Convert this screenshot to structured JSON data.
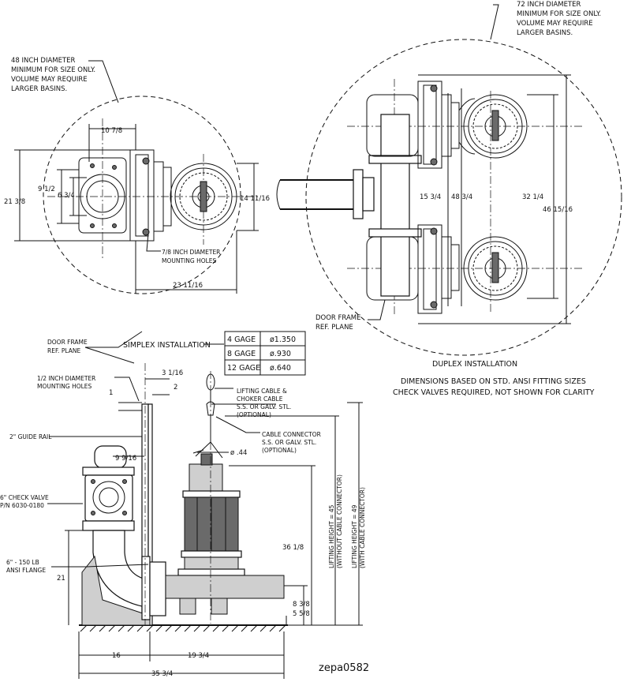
{
  "notes": {
    "simplex_basin": [
      "48 INCH DIAMETER",
      "MINIMUM FOR SIZE ONLY.",
      "VOLUME MAY REQUIRE",
      "LARGER BASINS."
    ],
    "duplex_basin": [
      "72 INCH DIAMETER",
      "MINIMUM FOR SIZE ONLY.",
      "VOLUME MAY REQUIRE",
      "LARGER BASINS."
    ],
    "mounting_holes_plan": [
      "7/8 INCH DIAMETER",
      "MOUNTING HOLES"
    ],
    "door_frame_duplex": [
      "DOOR FRAME",
      "REF. PLANE"
    ],
    "door_frame_simplex": [
      "DOOR FRAME",
      "REF. PLANE"
    ],
    "simplex_title": "SIMPLEX INSTALLATION",
    "duplex_title": "DUPLEX INSTALLATION",
    "ansi_note": "DIMENSIONS BASED ON STD. ANSI FITTING SIZES",
    "check_valves_note": "CHECK VALVES REQUIRED, NOT SHOWN FOR CLARITY",
    "mounting_holes_elev": [
      "1/2 INCH DIAMETER",
      "MOUNTING HOLES"
    ],
    "guide_rail": "2\" GUIDE RAIL",
    "check_valve": [
      "6\" CHECK VALVE",
      "P/N 6030-0180"
    ],
    "flange": [
      "6\" - 150 LB",
      "ANSI FLANGE"
    ],
    "lifting_cable": [
      "LIFTING CABLE &",
      "CHOKER CABLE",
      "S.S. OR GALV. STL.",
      "(OPTIONAL)"
    ],
    "cable_connector": [
      "CABLE CONNECTOR",
      "S.S. OR GALV. STL.",
      "(OPTIONAL)"
    ],
    "lifting_height_1": [
      "LIFTING HEIGHT = 45",
      "(WITHOUT CABLE CONNECTOR)"
    ],
    "lifting_height_2": [
      "LIFTING HEIGHT = 49",
      "(WITH CABLE CONNECTOR)"
    ],
    "drawing_id": "zepa0582"
  },
  "cable_table": {
    "rows": [
      {
        "gage": "4 GAGE",
        "dia": "ø1.350"
      },
      {
        "gage": "8 GAGE",
        "dia": "ø.930"
      },
      {
        "gage": "12 GAGE",
        "dia": "ø.640"
      }
    ]
  },
  "dimensions": {
    "d_10_7_8": "10 7/8",
    "d_21_3_8": "21 3/8",
    "d_9_1_2": "9 1/2",
    "d_6_3_4": "6 3/4",
    "d_14_11_16": "14 11/16",
    "d_23_11_16": "23 11/16",
    "d_15_3_4": "15 3/4",
    "d_48_3_4": "48 3/4",
    "d_32_1_4": "32 1/4",
    "d_46_15_16": "46 15/16",
    "d_3_1_16": "3 1/16",
    "d_2": "2",
    "d_1": "1",
    "d_9_9_16": "9 9/16",
    "d_44": "ø .44",
    "d_36_1_8": "36 1/8",
    "d_21": "21",
    "d_8_3_8": "8 3/8",
    "d_5_5_8": "5 5/8",
    "d_16": "16",
    "d_19_3_4": "19 3/4",
    "d_35_3_4": "35 3/4"
  }
}
